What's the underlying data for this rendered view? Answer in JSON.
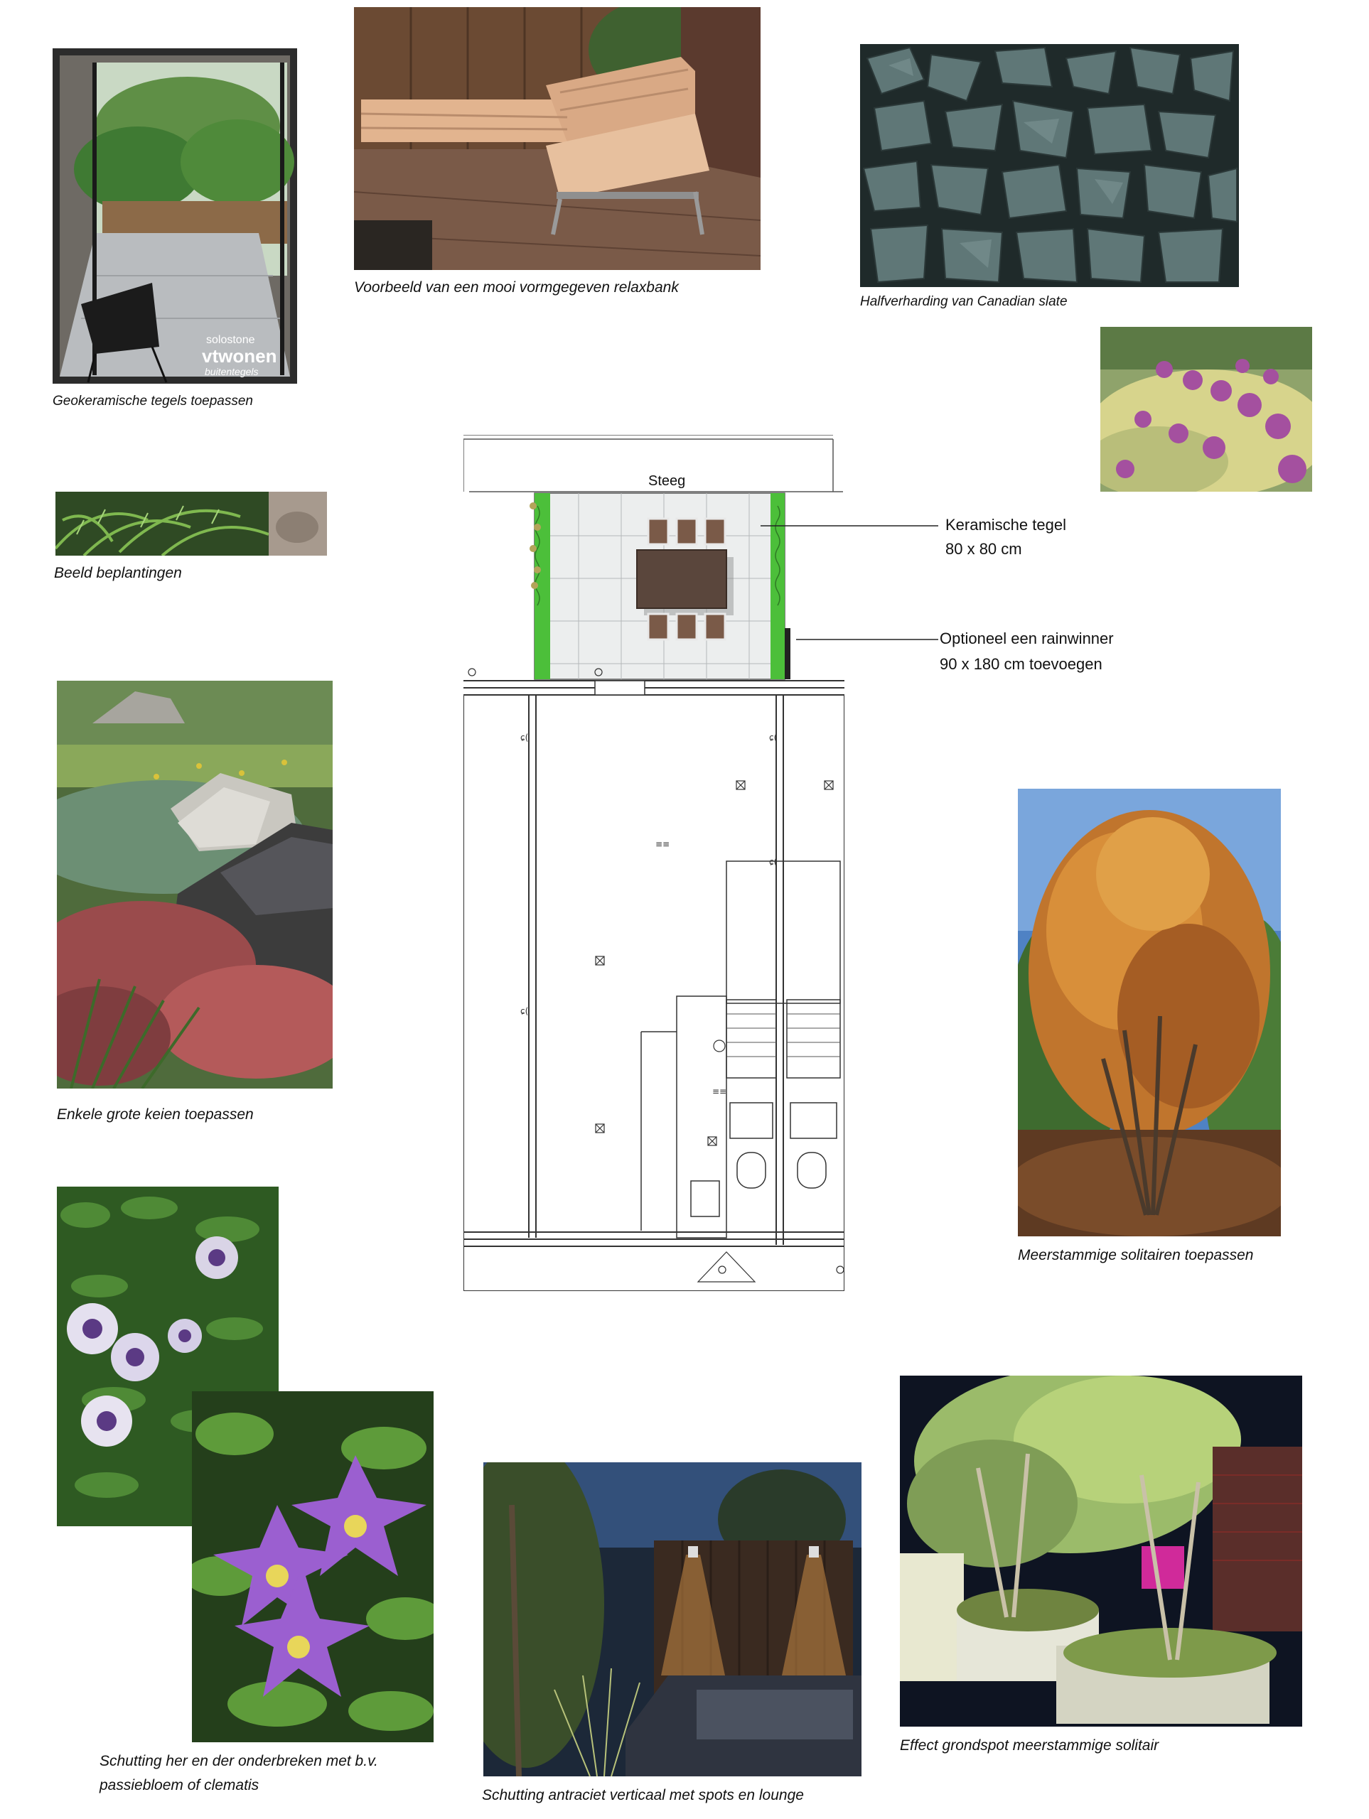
{
  "captions": {
    "tiles": "Geokeramische tegels toepassen",
    "bench": "Voorbeeld van een mooi vormgegeven relaxbank",
    "slate": "Halfverharding van Canadian slate",
    "planting": "Beeld beplantingen",
    "boulders": "Enkele grote keien  toepassen",
    "multistem": "Meerstammige solitairen toepassen",
    "fence_line1": "Schutting her en der onderbreken met b.v.",
    "fence_line2": "passiebloem of clematis",
    "fence_lighting": "Schutting antraciet verticaal met spots en lounge",
    "groundspot": "Effect grondspot meerstammige solitair"
  },
  "plan": {
    "alley_label": "Steeg",
    "tile_note_line1": "Keramische tegel",
    "tile_note_line2": "80 x 80 cm",
    "rain_note_line1": "Optioneel een rainwinner",
    "rain_note_line2": "90 x 180 cm toevoegen"
  },
  "logo": {
    "brand_small": "solostone",
    "brand_main": "vtwonen",
    "brand_sub": "buitentegels"
  },
  "colors": {
    "caption_text": "#111111",
    "plan_line": "#333333",
    "hedge_green": "#4cbf3a",
    "table_brown": "#5a463c"
  }
}
